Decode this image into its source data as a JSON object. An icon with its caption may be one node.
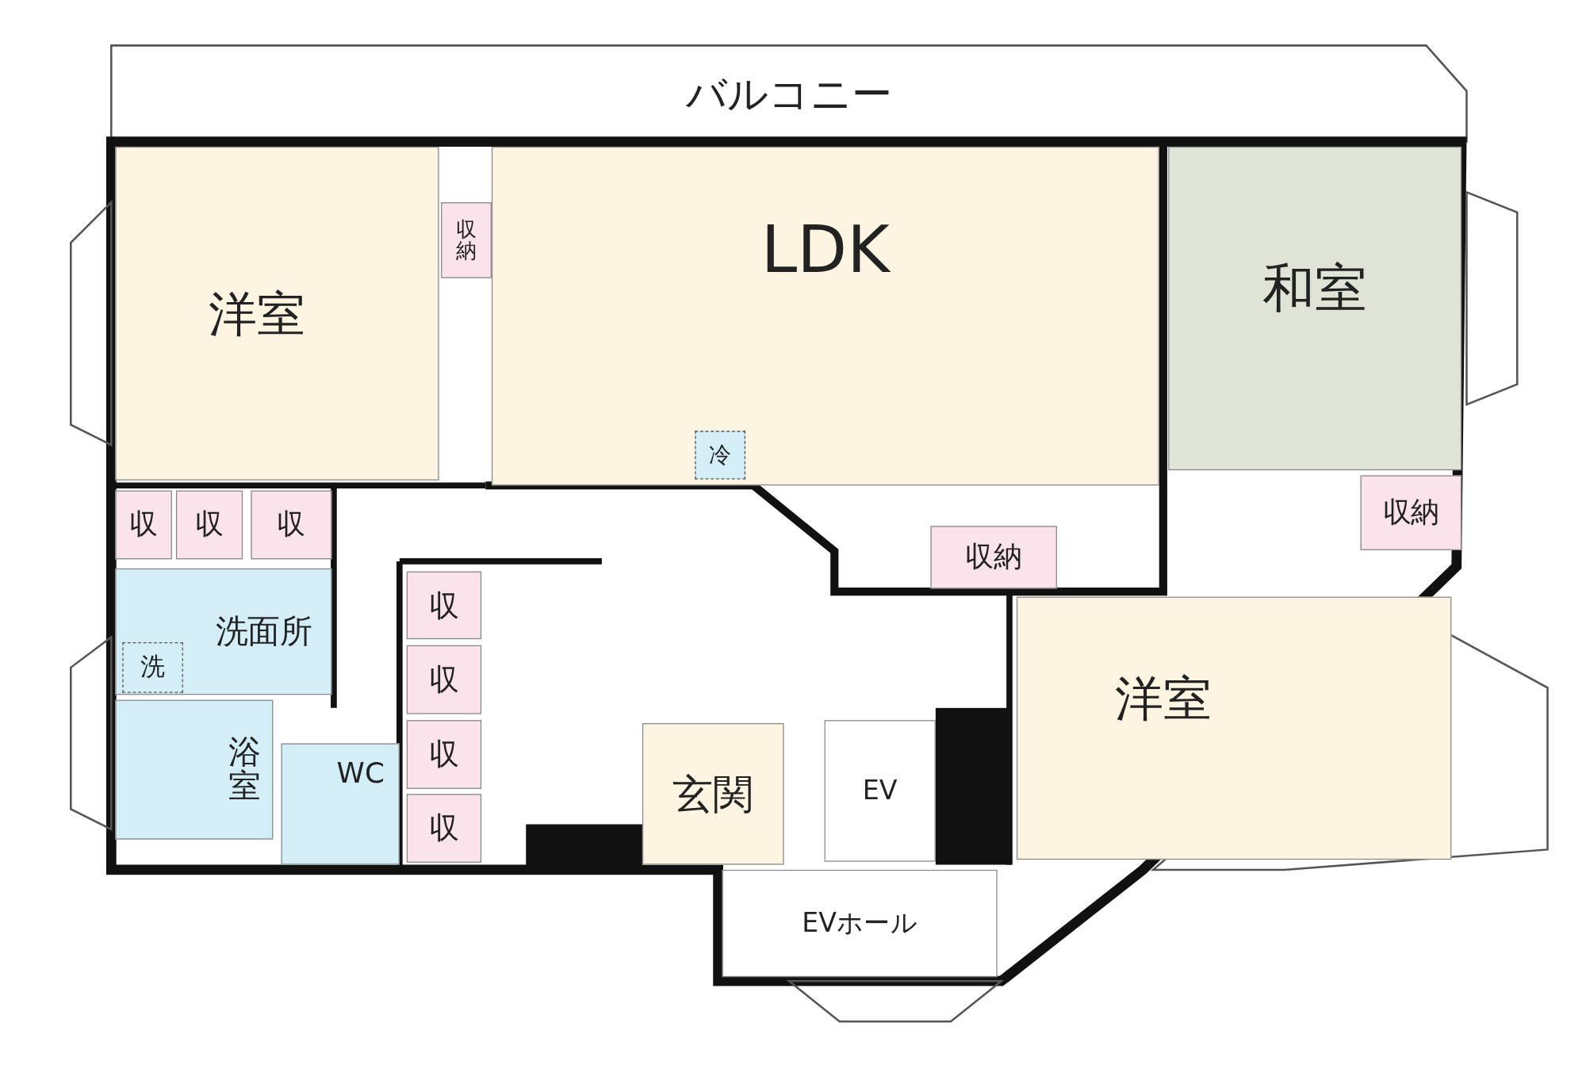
{
  "diagram": {
    "nodes": [
      {
        "text": [
          "バルコニー"
        ]
      },
      {
        "text": [
          "洋室"
        ]
      },
      {
        "text": [
          "収納"
        ]
      },
      {
        "text": [
          "LDK"
        ]
      },
      {
        "text": [
          "冷"
        ],
        "in": 3
      },
      {
        "text": [
          "和室"
        ]
      },
      {
        "text": [
          "収納"
        ]
      },
      {
        "text": [
          "収"
        ]
      },
      {
        "text": [
          "収"
        ]
      },
      {
        "text": [
          "収"
        ]
      },
      {
        "text": [
          "収納"
        ]
      },
      {
        "text": [
          "洗面所"
        ]
      },
      {
        "text": [
          "洗"
        ],
        "in": 11
      },
      {
        "text": [
          "収"
        ]
      },
      {
        "text": [
          "収"
        ]
      },
      {
        "text": [
          "収"
        ]
      },
      {
        "text": [
          "収"
        ]
      },
      {
        "text": [
          "浴室"
        ]
      },
      {
        "text": [
          "WC"
        ]
      },
      {
        "text": [
          "玄関"
        ]
      },
      {
        "text": [
          "EV"
        ]
      },
      {
        "text": [
          "洋室"
        ]
      },
      {
        "text": [
          "EVホール"
        ]
      }
    ]
  }
}
